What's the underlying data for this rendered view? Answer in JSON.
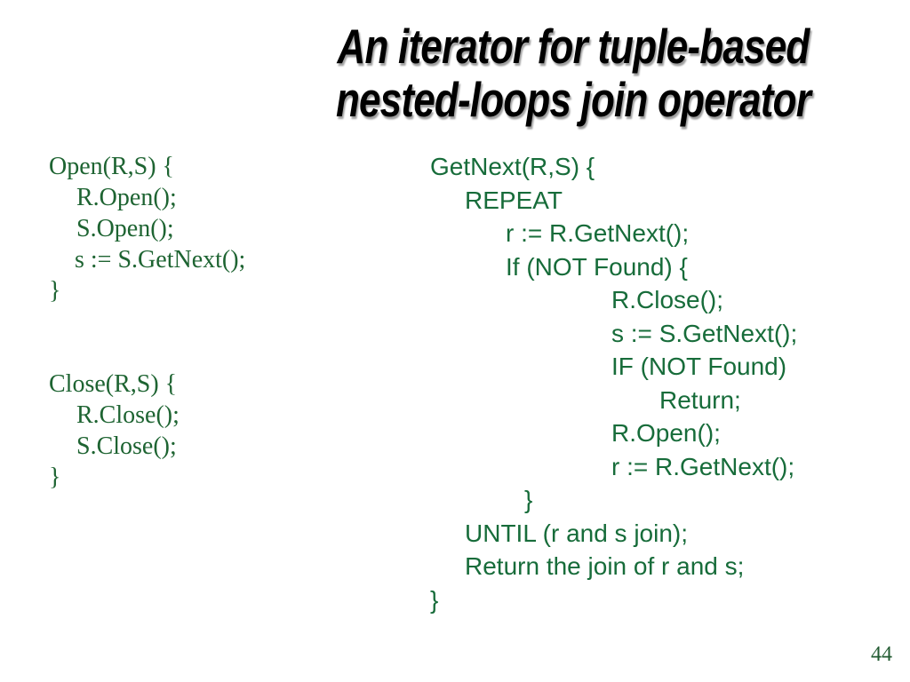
{
  "title": {
    "line1": "An iterator for tuple-based",
    "line2": "nested-loops join operator"
  },
  "left_code": {
    "lines": [
      {
        "text": "Open(R,S) {",
        "indent": 0
      },
      {
        "text": "R.Open();",
        "indent": 31
      },
      {
        "text": "S.Open();",
        "indent": 31
      },
      {
        "text": "s := S.GetNext();",
        "indent": 29
      },
      {
        "text": "}",
        "indent": 0
      },
      {
        "text": "",
        "indent": 0
      },
      {
        "text": "",
        "indent": 0
      },
      {
        "text": "Close(R,S) {",
        "indent": 0
      },
      {
        "text": "R.Close();",
        "indent": 31
      },
      {
        "text": "S.Close();",
        "indent": 31
      },
      {
        "text": "}",
        "indent": 0
      }
    ]
  },
  "right_code": {
    "lines": [
      {
        "text": "GetNext(R,S) {",
        "indent": 0
      },
      {
        "text": "REPEAT",
        "indent": 39
      },
      {
        "text": "r := R.GetNext();",
        "indent": 85
      },
      {
        "text": "If (NOT Found) {",
        "indent": 85
      },
      {
        "text": "R.Close();",
        "indent": 204
      },
      {
        "text": "s := S.GetNext();",
        "indent": 204
      },
      {
        "text": "IF (NOT Found)",
        "indent": 204
      },
      {
        "text": "Return;",
        "indent": 258
      },
      {
        "text": "R.Open();",
        "indent": 204
      },
      {
        "text": "r := R.GetNext();",
        "indent": 204
      },
      {
        "text": "}",
        "indent": 106
      },
      {
        "text": "UNTIL (r and s join);",
        "indent": 39
      },
      {
        "text": "Return the join of r and s;",
        "indent": 39
      },
      {
        "text": "}",
        "indent": 0
      }
    ]
  },
  "page_number": "44",
  "colors": {
    "title_text": "#000000",
    "serif_code_green": "#1e6432",
    "sans_code_green": "#176c3a",
    "page_number_green": "#235c33",
    "background": "#ffffff"
  }
}
